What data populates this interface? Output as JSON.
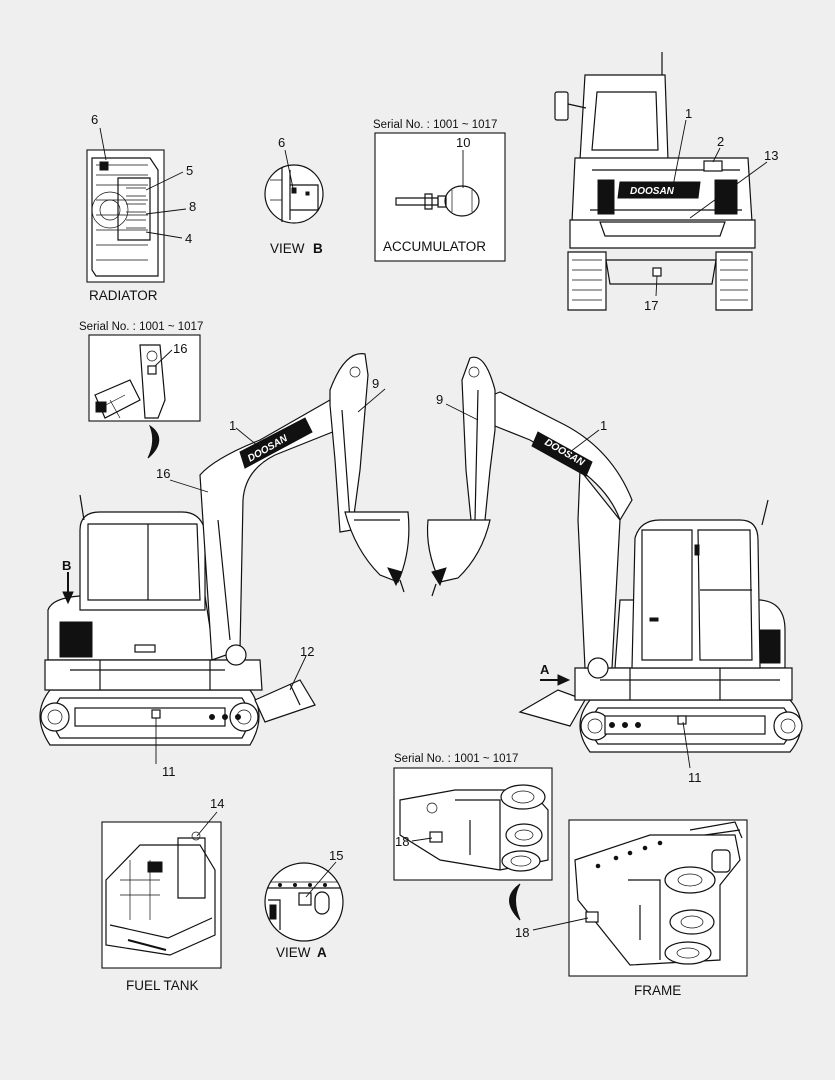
{
  "captions": {
    "radiator": "RADIATOR",
    "view_b_word": "VIEW",
    "view_b_letter": "B",
    "accumulator": "ACCUMULATOR",
    "fuel_tank": "FUEL TANK",
    "view_a_word": "VIEW",
    "view_a_letter": "A",
    "frame": "FRAME"
  },
  "serial_label": "Serial No. : 1001 ~ 1017",
  "brand_logo": "DOOSAN",
  "arrow_labels": {
    "a": "A",
    "b": "B"
  },
  "callouts": {
    "c1_front": "1",
    "c2": "2",
    "c13": "13",
    "c17": "17",
    "c6_rad": "6",
    "c5": "5",
    "c8": "8",
    "c4": "4",
    "c6_view": "6",
    "c10": "10",
    "c16_detail": "16",
    "c16_boom": "16",
    "c1_left": "1",
    "c9_left": "9",
    "c9_right": "9",
    "c1_right": "1",
    "c12": "12",
    "c11_left": "11",
    "c11_right": "11",
    "c14": "14",
    "c15": "15",
    "c18_detail": "18",
    "c18_frame": "18"
  }
}
